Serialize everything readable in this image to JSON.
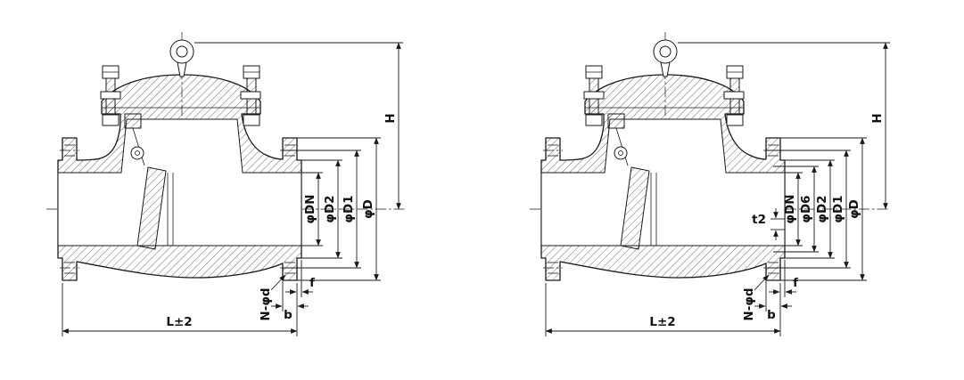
{
  "figure": {
    "colors": {
      "line": "#1a1a1a",
      "background": "#ffffff"
    }
  },
  "left_valve": {
    "labels": {
      "h": "H",
      "dn": "φDN",
      "d2": "φD2",
      "d1": "φD1",
      "d": "φD",
      "nd": "N-φd",
      "f": "f",
      "b": "b",
      "l": "L±2"
    }
  },
  "right_valve": {
    "labels": {
      "h": "H",
      "dn": "φDN",
      "d6": "φD6",
      "d2": "φD2",
      "d1": "φD1",
      "d": "φD",
      "t2": "t2",
      "nd": "N-φd",
      "f": "f",
      "b": "b",
      "l": "L±2"
    }
  }
}
